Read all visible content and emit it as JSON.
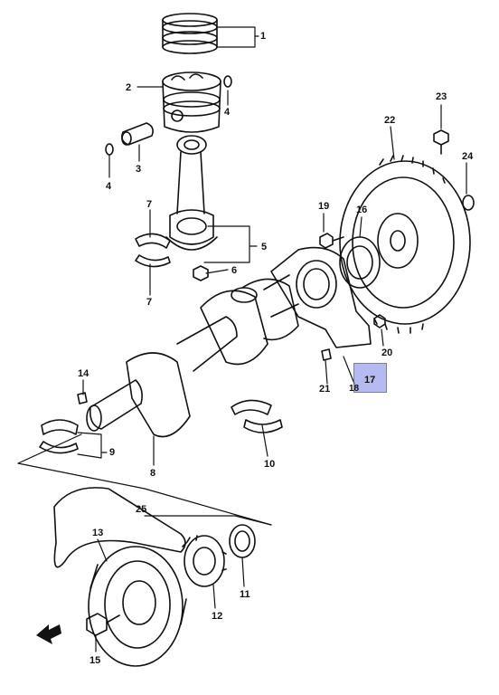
{
  "diagram": {
    "highlight_color": "#8c96e8",
    "ink_color": "#111111",
    "highlighted_part": "17",
    "callouts": [
      {
        "id": "1",
        "label": "1"
      },
      {
        "id": "2",
        "label": "2"
      },
      {
        "id": "3",
        "label": "3"
      },
      {
        "id": "4a",
        "label": "4"
      },
      {
        "id": "4b",
        "label": "4"
      },
      {
        "id": "5",
        "label": "5"
      },
      {
        "id": "6",
        "label": "6"
      },
      {
        "id": "7a",
        "label": "7"
      },
      {
        "id": "7b",
        "label": "7"
      },
      {
        "id": "8",
        "label": "8"
      },
      {
        "id": "9",
        "label": "9"
      },
      {
        "id": "10",
        "label": "10"
      },
      {
        "id": "11",
        "label": "11"
      },
      {
        "id": "12",
        "label": "12"
      },
      {
        "id": "13",
        "label": "13"
      },
      {
        "id": "14",
        "label": "14"
      },
      {
        "id": "15",
        "label": "15"
      },
      {
        "id": "16",
        "label": "16"
      },
      {
        "id": "17",
        "label": "17"
      },
      {
        "id": "18",
        "label": "18"
      },
      {
        "id": "19",
        "label": "19"
      },
      {
        "id": "20",
        "label": "20"
      },
      {
        "id": "21",
        "label": "21"
      },
      {
        "id": "22",
        "label": "22"
      },
      {
        "id": "23",
        "label": "23"
      },
      {
        "id": "24",
        "label": "24"
      },
      {
        "id": "25",
        "label": "25"
      }
    ]
  }
}
